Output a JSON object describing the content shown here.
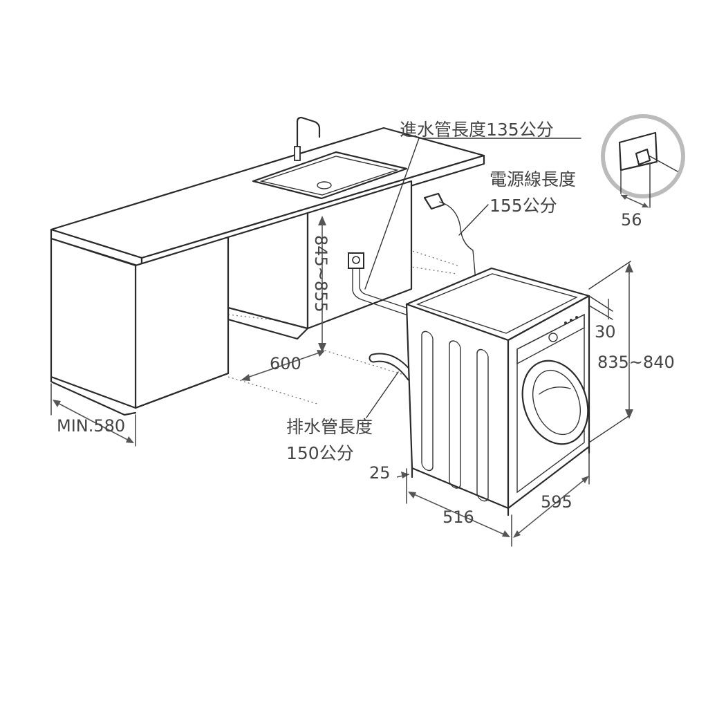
{
  "callouts": {
    "inlet_hose": "進水管長度135公分",
    "power_cord_line1": "電源線長度",
    "power_cord_line2": "155公分",
    "drain_hose_line1": "排水管長度",
    "drain_hose_line2": "150公分"
  },
  "dimensions": {
    "plug_depth": "56",
    "counter_height": "845~855",
    "cabinet_width": "600",
    "cabinet_depth": "MIN.580",
    "top_gap": "30",
    "machine_height": "835~840",
    "foot_gap": "25",
    "machine_width": "595",
    "machine_depth": "516"
  }
}
